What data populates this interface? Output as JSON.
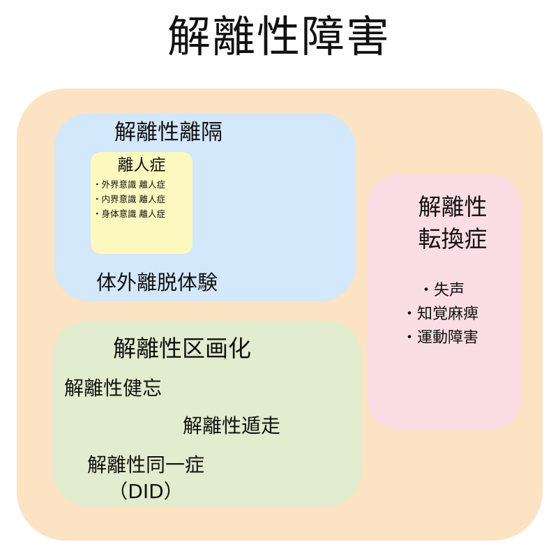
{
  "title": "解離性障害",
  "colors": {
    "outer": "#fbe3c4",
    "blue": "#d3e8fa",
    "pink": "#fbdde6",
    "green": "#e2ecce",
    "yellow": "#fdf8bf"
  },
  "depersonalization_group": {
    "title": "解離性離隔",
    "depersonalization": {
      "title": "離人症",
      "items": [
        "・外界意識 離人症",
        "・内界意識 離人症",
        "・身体意識 離人症"
      ]
    },
    "out_of_body": "体外離脱体験"
  },
  "conversion_group": {
    "title": "解離性\n転換症",
    "items": [
      "・失声",
      "・知覚麻痺",
      "・運動障害"
    ]
  },
  "compartmentalization_group": {
    "title": "解離性区画化",
    "amnesia": "解離性健忘",
    "fugue": "解離性遁走",
    "did": "解離性同一症\n（DID）"
  }
}
